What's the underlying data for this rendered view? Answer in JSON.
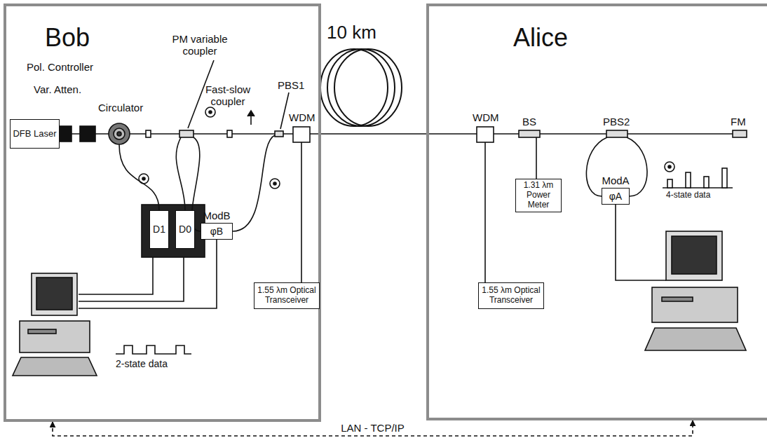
{
  "diagram": {
    "nodes": [
      {
        "text": [
          "Bob"
        ]
      },
      {
        "text": [
          "DFB Laser"
        ],
        "in": 0
      },
      {
        "text": [
          "D1"
        ],
        "in": 0
      },
      {
        "text": [
          "D0"
        ],
        "in": 0
      },
      {
        "text": [
          "ModB",
          "φB"
        ],
        "in": 0
      },
      {
        "text": [
          "1.55 λm Optical Transceiver"
        ],
        "in": 0
      },
      {
        "text": [
          "Alice"
        ]
      },
      {
        "text": [
          "1.31 λm Power Meter"
        ],
        "in": 6
      },
      {
        "text": [
          "ModA",
          "φA"
        ],
        "in": 6
      },
      {
        "text": [
          "1.55 λm Optical Transceiver"
        ],
        "in": 6
      }
    ],
    "edges": [
      {
        "from": 0,
        "to": 6,
        "label": "LAN - TCP/IP",
        "arrow": "both"
      }
    ],
    "labels": [
      "Pol. Controller",
      "Var. Atten.",
      "Circulator",
      "PM variable coupler",
      "Fast-slow coupler",
      "PBS1",
      "WDM",
      "10 km",
      "WDM",
      "BS",
      "PBS2",
      "FM",
      "2-state data",
      "4-state data"
    ]
  }
}
